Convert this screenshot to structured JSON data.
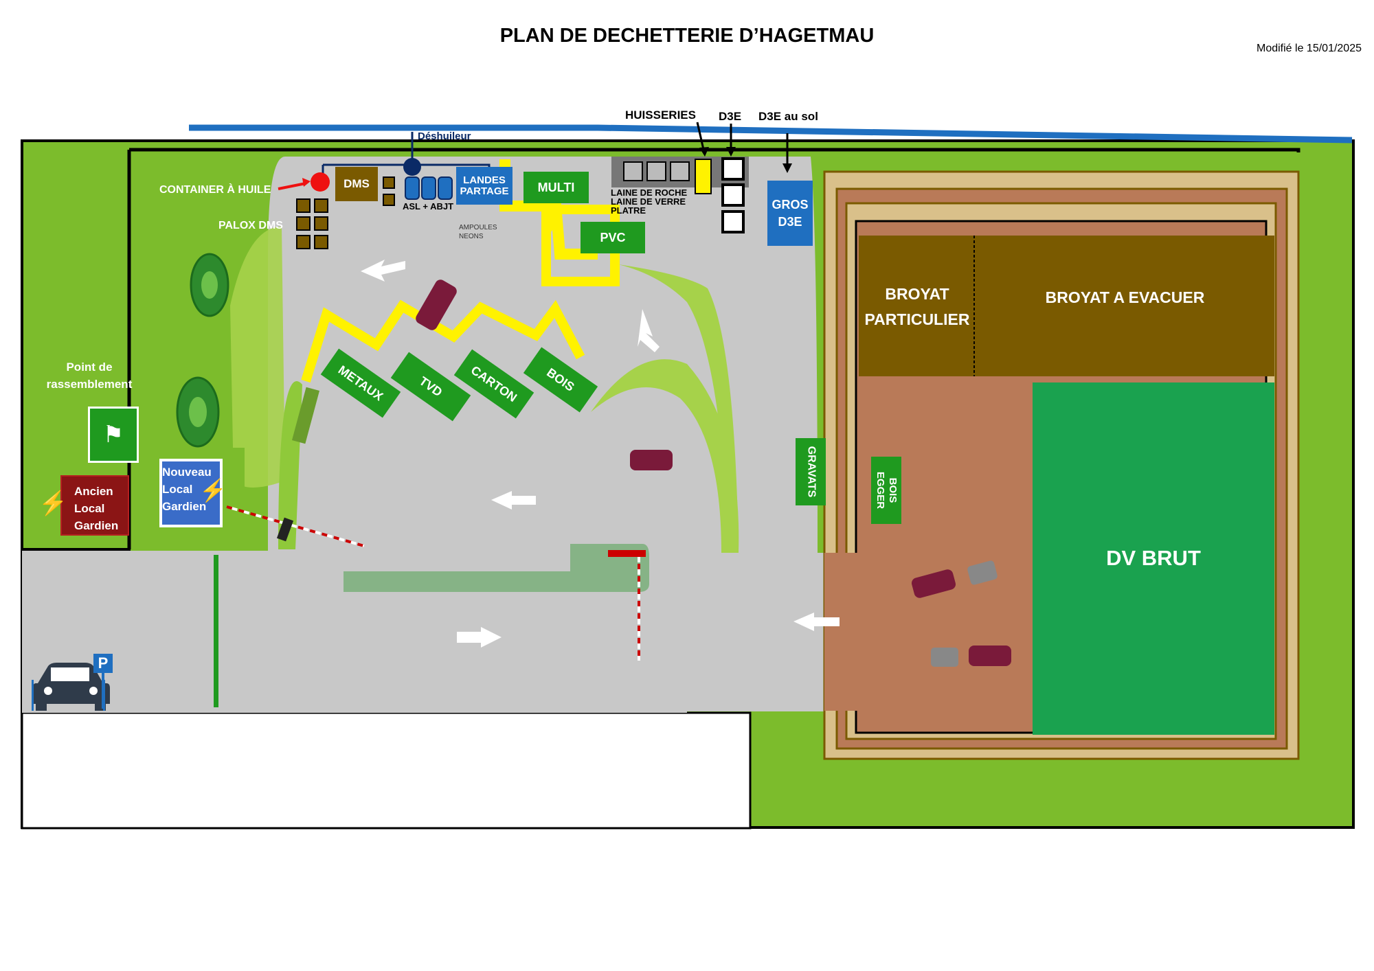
{
  "header": {
    "title": "PLAN DE DECHETTERIE D’HAGETMAU",
    "modified": "Modifié le 15/01/2025"
  },
  "colors": {
    "grass": "#7cbc2c",
    "road": "#c8c8c8",
    "container_green": "#1f9a1f",
    "container_blue": "#1f6fc0",
    "brown": "#7a5a00",
    "soil": "#b97a58",
    "dv_green": "#1aa24f",
    "yellow": "#fff200",
    "water_line": "#1f6fc0",
    "red": "#e11"
  },
  "labels": {
    "deshuileur": "Déshuileur",
    "container_huile": "CONTAINER À HUILE",
    "dms": "DMS",
    "palox_dms": "PALOX DMS",
    "asl_abjt": "ASL + ABJT",
    "landes_partage": "LANDES PARTAGE",
    "ampoules": "AMPOULES",
    "neons": "NEONS",
    "multi": "MULTI",
    "laine_roche": "LAINE DE ROCHE",
    "laine_verre": "LAINE DE VERRE",
    "platre": "PLATRE",
    "huisseries": "HUISSERIES",
    "d3e": "D3E",
    "d3e_sol": "D3E au sol",
    "gros_d3e_1": "GROS",
    "gros_d3e_2": "D3E",
    "pvc": "PVC",
    "metaux": "METAUX",
    "tvd": "TVD",
    "carton": "CARTON",
    "bois": "BOIS",
    "gravats": "GRAVATS",
    "bois_egger_1": "BOIS",
    "bois_egger_2": "EGGER",
    "broyat_particulier_1": "BROYAT",
    "broyat_particulier_2": "PARTICULIER",
    "broyat_evacuer": "BROYAT A EVACUER",
    "dv_brut": "DV BRUT",
    "point_rassemblement_1": "Point de",
    "point_rassemblement_2": "rassemblement",
    "ancien_1": "Ancien",
    "ancien_2": "Local",
    "ancien_3": "Gardien",
    "nouveau_1": "Nouveau",
    "nouveau_2": "Local",
    "nouveau_3": "Gardien",
    "parking": "P"
  },
  "icons": [
    "assembly-point-icon",
    "lightning-icon",
    "car-icon",
    "parking-icon",
    "arrow-icon",
    "barrier-icon"
  ]
}
